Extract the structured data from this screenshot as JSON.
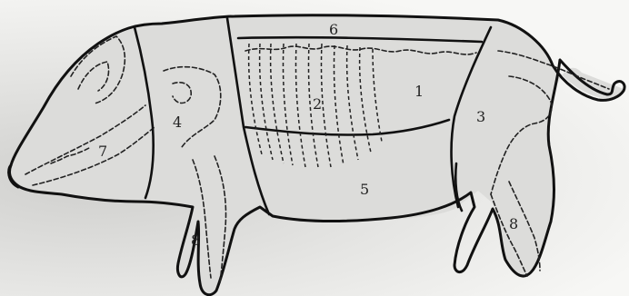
{
  "diagram": {
    "cut_labels": {
      "cut1": "1",
      "cut2": "2",
      "cut3": "3",
      "cut4": "4",
      "cut5": "5",
      "cut6": "6",
      "cut7": "7",
      "cut8_front": "8",
      "cut8_hind": "8"
    },
    "colors": {
      "line": "#111111",
      "background": "#f2f2f0",
      "shadow": "#cfcfcd"
    }
  }
}
